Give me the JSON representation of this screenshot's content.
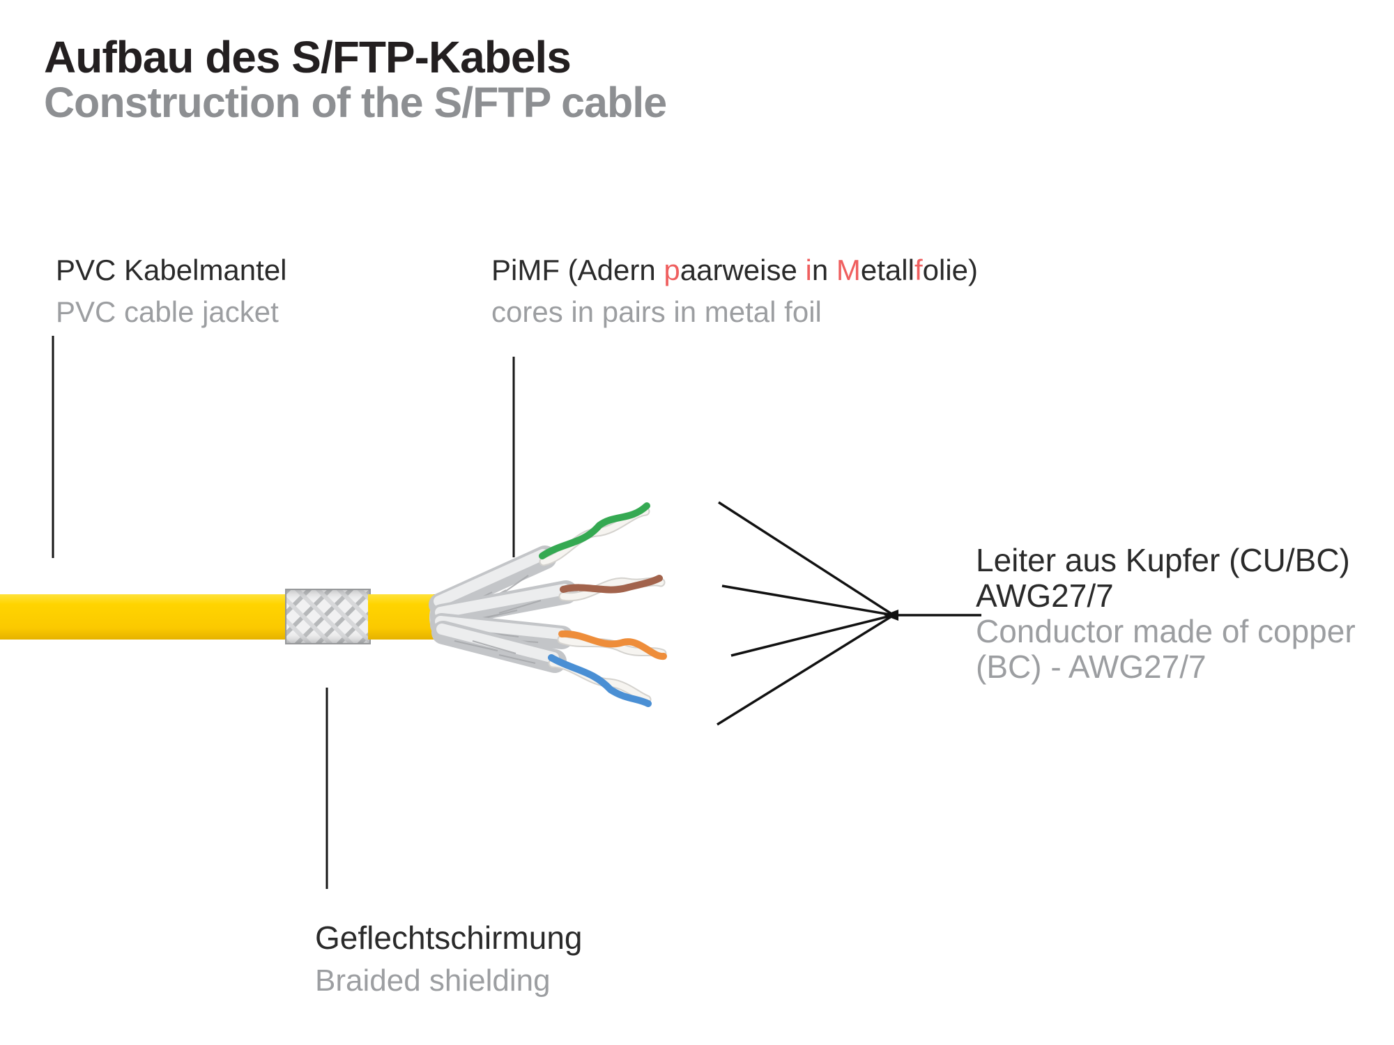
{
  "page": {
    "title_de": "Aufbau des S/FTP-Kabels",
    "title_en": "Construction of the S/FTP cable"
  },
  "labels": {
    "jacket": {
      "de": "PVC Kabelmantel",
      "en": "PVC cable jacket"
    },
    "pimf": {
      "en": "cores in pairs in metal foil",
      "segments": [
        {
          "text": "PiMF (Adern ",
          "accent": false
        },
        {
          "text": "p",
          "accent": true
        },
        {
          "text": "aarweise ",
          "accent": false
        },
        {
          "text": "i",
          "accent": true
        },
        {
          "text": "n ",
          "accent": false
        },
        {
          "text": "M",
          "accent": true
        },
        {
          "text": "etall",
          "accent": false
        },
        {
          "text": "f",
          "accent": true
        },
        {
          "text": "olie)",
          "accent": false
        }
      ]
    },
    "conductor": {
      "de_line1": "Leiter aus Kupfer (CU/BC)",
      "de_line2": "AWG27/7",
      "en_line1": "Conductor made of copper",
      "en_line2": "(BC) - AWG27/7"
    },
    "braid": {
      "de": "Geflechtschirmung",
      "en": "Braided shielding"
    }
  },
  "colors": {
    "accent_red": "#ef5f5f",
    "text_black": "#231f20",
    "text_gray": "#8d8f92",
    "label_gray": "#9c9ea1",
    "jacket_yellow": "#ffd400",
    "wire_green": "#35a952",
    "wire_brown": "#a2634c",
    "wire_orange": "#ee8d3a",
    "wire_blue": "#4a8fd4"
  },
  "wire_pairs": [
    {
      "name": "green-white pair in metal foil"
    },
    {
      "name": "brown-white pair in metal foil"
    },
    {
      "name": "orange-white pair in metal foil"
    },
    {
      "name": "blue-white pair in metal foil"
    }
  ]
}
